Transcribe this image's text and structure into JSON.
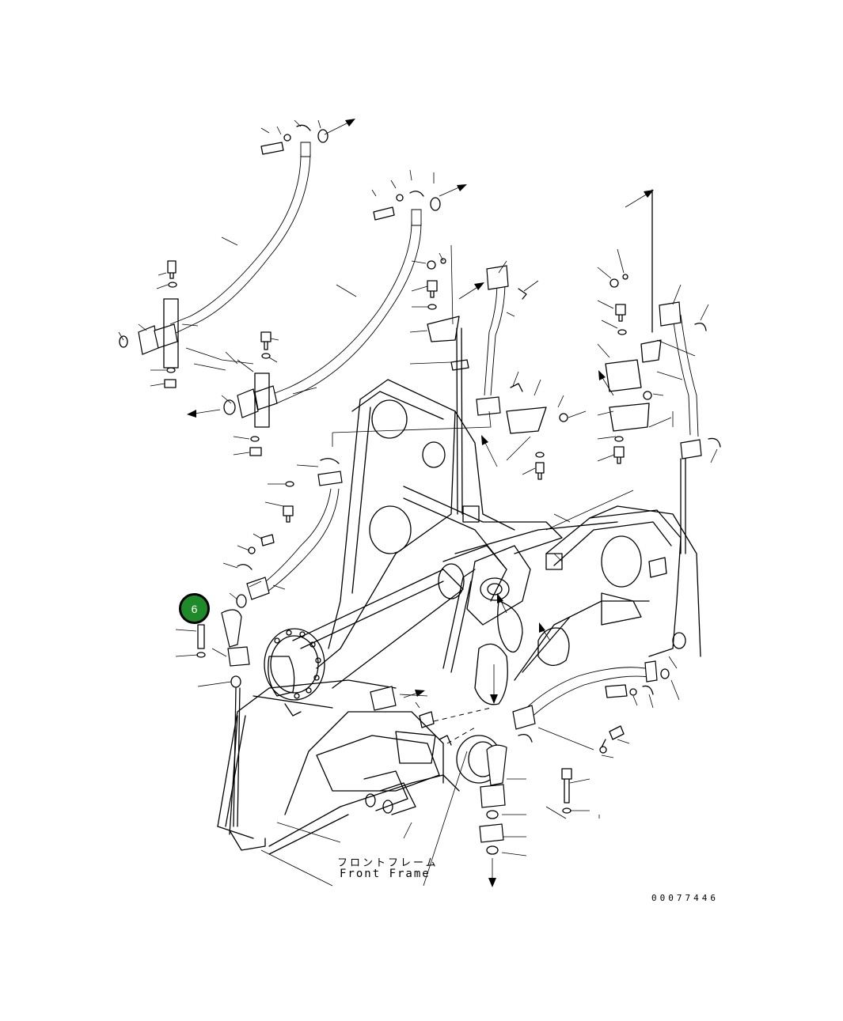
{
  "diagram": {
    "part_label_japanese": "フロントフレーム",
    "part_label_english": "Front Frame",
    "drawing_number": "00077446",
    "callouts": [
      {
        "number": "6",
        "color": "#1f8a2a"
      }
    ]
  }
}
